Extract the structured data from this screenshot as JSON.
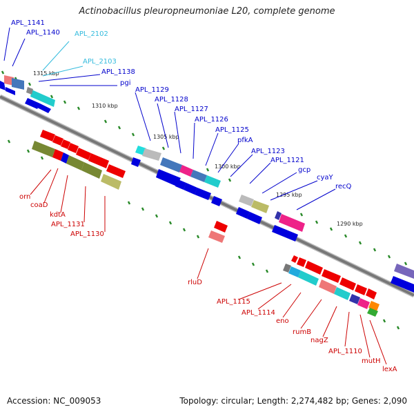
{
  "title": "Actinobacillus pleuropneumoniae L20, complete genome",
  "footer": {
    "accession": "Accession: NC_009053",
    "stats": "Topology: circular; Length: 2,274,482 bp; Genes: 2,090"
  },
  "ticks": [
    "1315 kbp",
    "1310 kbp",
    "1305 kbp",
    "1300 kbp",
    "1295 kbp",
    "1290 kbp"
  ],
  "colors": {
    "forward_label": "#0000cc",
    "reverse_label": "#cc0000",
    "rna_label": "#33bbdd",
    "backbone": "#888888",
    "tick": "#2a8a2a"
  },
  "top_genes": [
    "APL_1141",
    "APL_1140",
    "APL_2102",
    "APL_2103",
    "APL_1138",
    "pgi",
    "APL_1129",
    "APL_1128",
    "APL_1127",
    "APL_1126",
    "APL_1125",
    "pfkA",
    "APL_1123",
    "APL_1121",
    "gcp",
    "cyaY",
    "recQ"
  ],
  "bottom_genes": [
    "orn",
    "coaD",
    "kdtA",
    "APL_1131",
    "APL_1130",
    "rluD",
    "APL_1115",
    "APL_1114",
    "eno",
    "rumB",
    "nagZ",
    "APL_1110",
    "mutH",
    "lexA"
  ]
}
